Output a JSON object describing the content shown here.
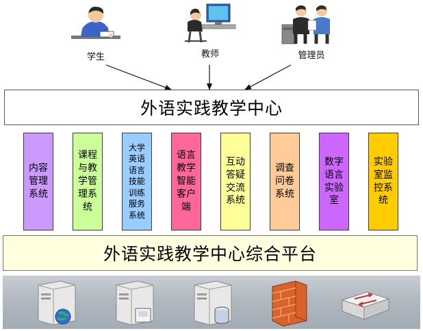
{
  "actors": [
    {
      "key": "student",
      "label": "学生",
      "icon": "student-icon"
    },
    {
      "key": "teacher",
      "label": "教师",
      "icon": "teacher-icon"
    },
    {
      "key": "admin",
      "label": "管理员",
      "icon": "administrator-icon"
    }
  ],
  "center_title": "外语实践教学中心",
  "modules": [
    {
      "lines": [
        "内容",
        "管理",
        "系统"
      ],
      "color": "#cc99ff"
    },
    {
      "lines": [
        "课程",
        "与教",
        "学管",
        "理系",
        "统"
      ],
      "color": "#ccff99"
    },
    {
      "lines": [
        "大学",
        "英语",
        "语言",
        "技能",
        "训练",
        "服务",
        "系统"
      ],
      "color": "#99ccff"
    },
    {
      "lines": [
        "语言",
        "教学",
        "智能",
        "客户",
        "端"
      ],
      "color": "#ff6699"
    },
    {
      "lines": [
        "互动",
        "答疑",
        "交流",
        "系统"
      ],
      "color": "#ffff99"
    },
    {
      "lines": [
        "调查",
        "问卷",
        "系统"
      ],
      "color": "#ffcc99"
    },
    {
      "lines": [
        "数字",
        "语言",
        "实验",
        "室"
      ],
      "color": "#cc66ff"
    },
    {
      "lines": [
        "实验",
        "室监",
        "控系",
        "统"
      ],
      "color": "#ffcc00"
    }
  ],
  "platform_title": "外语实践教学中心综合平台",
  "devices": [
    {
      "icon": "web-server-icon"
    },
    {
      "icon": "file-server-icon"
    },
    {
      "icon": "database-server-icon"
    },
    {
      "icon": "firewall-icon"
    },
    {
      "icon": "network-switch-icon"
    }
  ],
  "colors": {
    "platform_bg": "#ffffe0",
    "device_bar": "#b1b8c0"
  }
}
